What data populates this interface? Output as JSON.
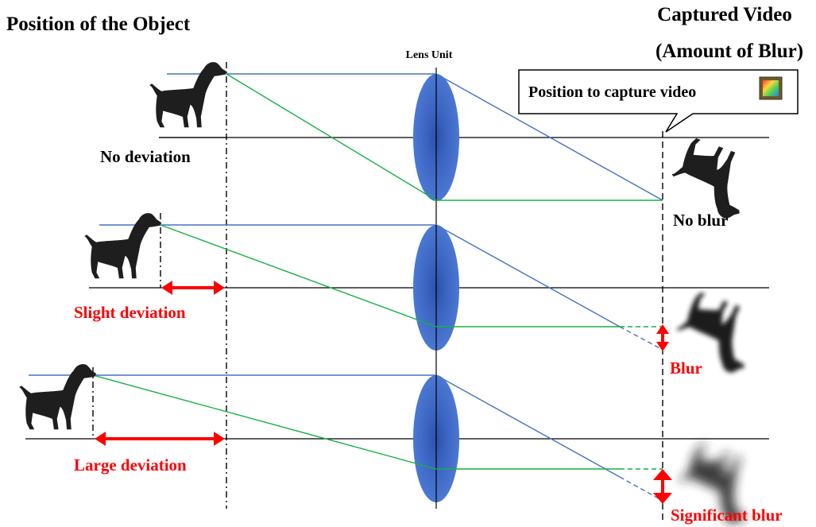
{
  "titles": {
    "left": "Position of the Object",
    "right_line1": "Captured Video",
    "right_line2": "(Amount of Blur)",
    "lens": "Lens Unit"
  },
  "callout": {
    "text": "Position to capture video",
    "icon": "image-sensor-icon"
  },
  "rows": [
    {
      "deviation_label": "No deviation",
      "blur_label": "No blur",
      "deviation_color": "#000000",
      "blur_color": "#000000"
    },
    {
      "deviation_label": "Slight deviation",
      "blur_label": "Blur",
      "deviation_color": "#ff0000",
      "blur_color": "#ff0000"
    },
    {
      "deviation_label": "Large deviation",
      "blur_label": "Significant blur",
      "deviation_color": "#ff0000",
      "blur_color": "#ff0000"
    }
  ],
  "colors": {
    "ray_blue": "#4472c4",
    "ray_green": "#16b045",
    "lens_blue": "#3f66c4",
    "arrow_red": "#ff0000"
  },
  "icons": [
    "dog-silhouette-icon",
    "inverted-dog-image-icon",
    "double-arrow-icon"
  ]
}
